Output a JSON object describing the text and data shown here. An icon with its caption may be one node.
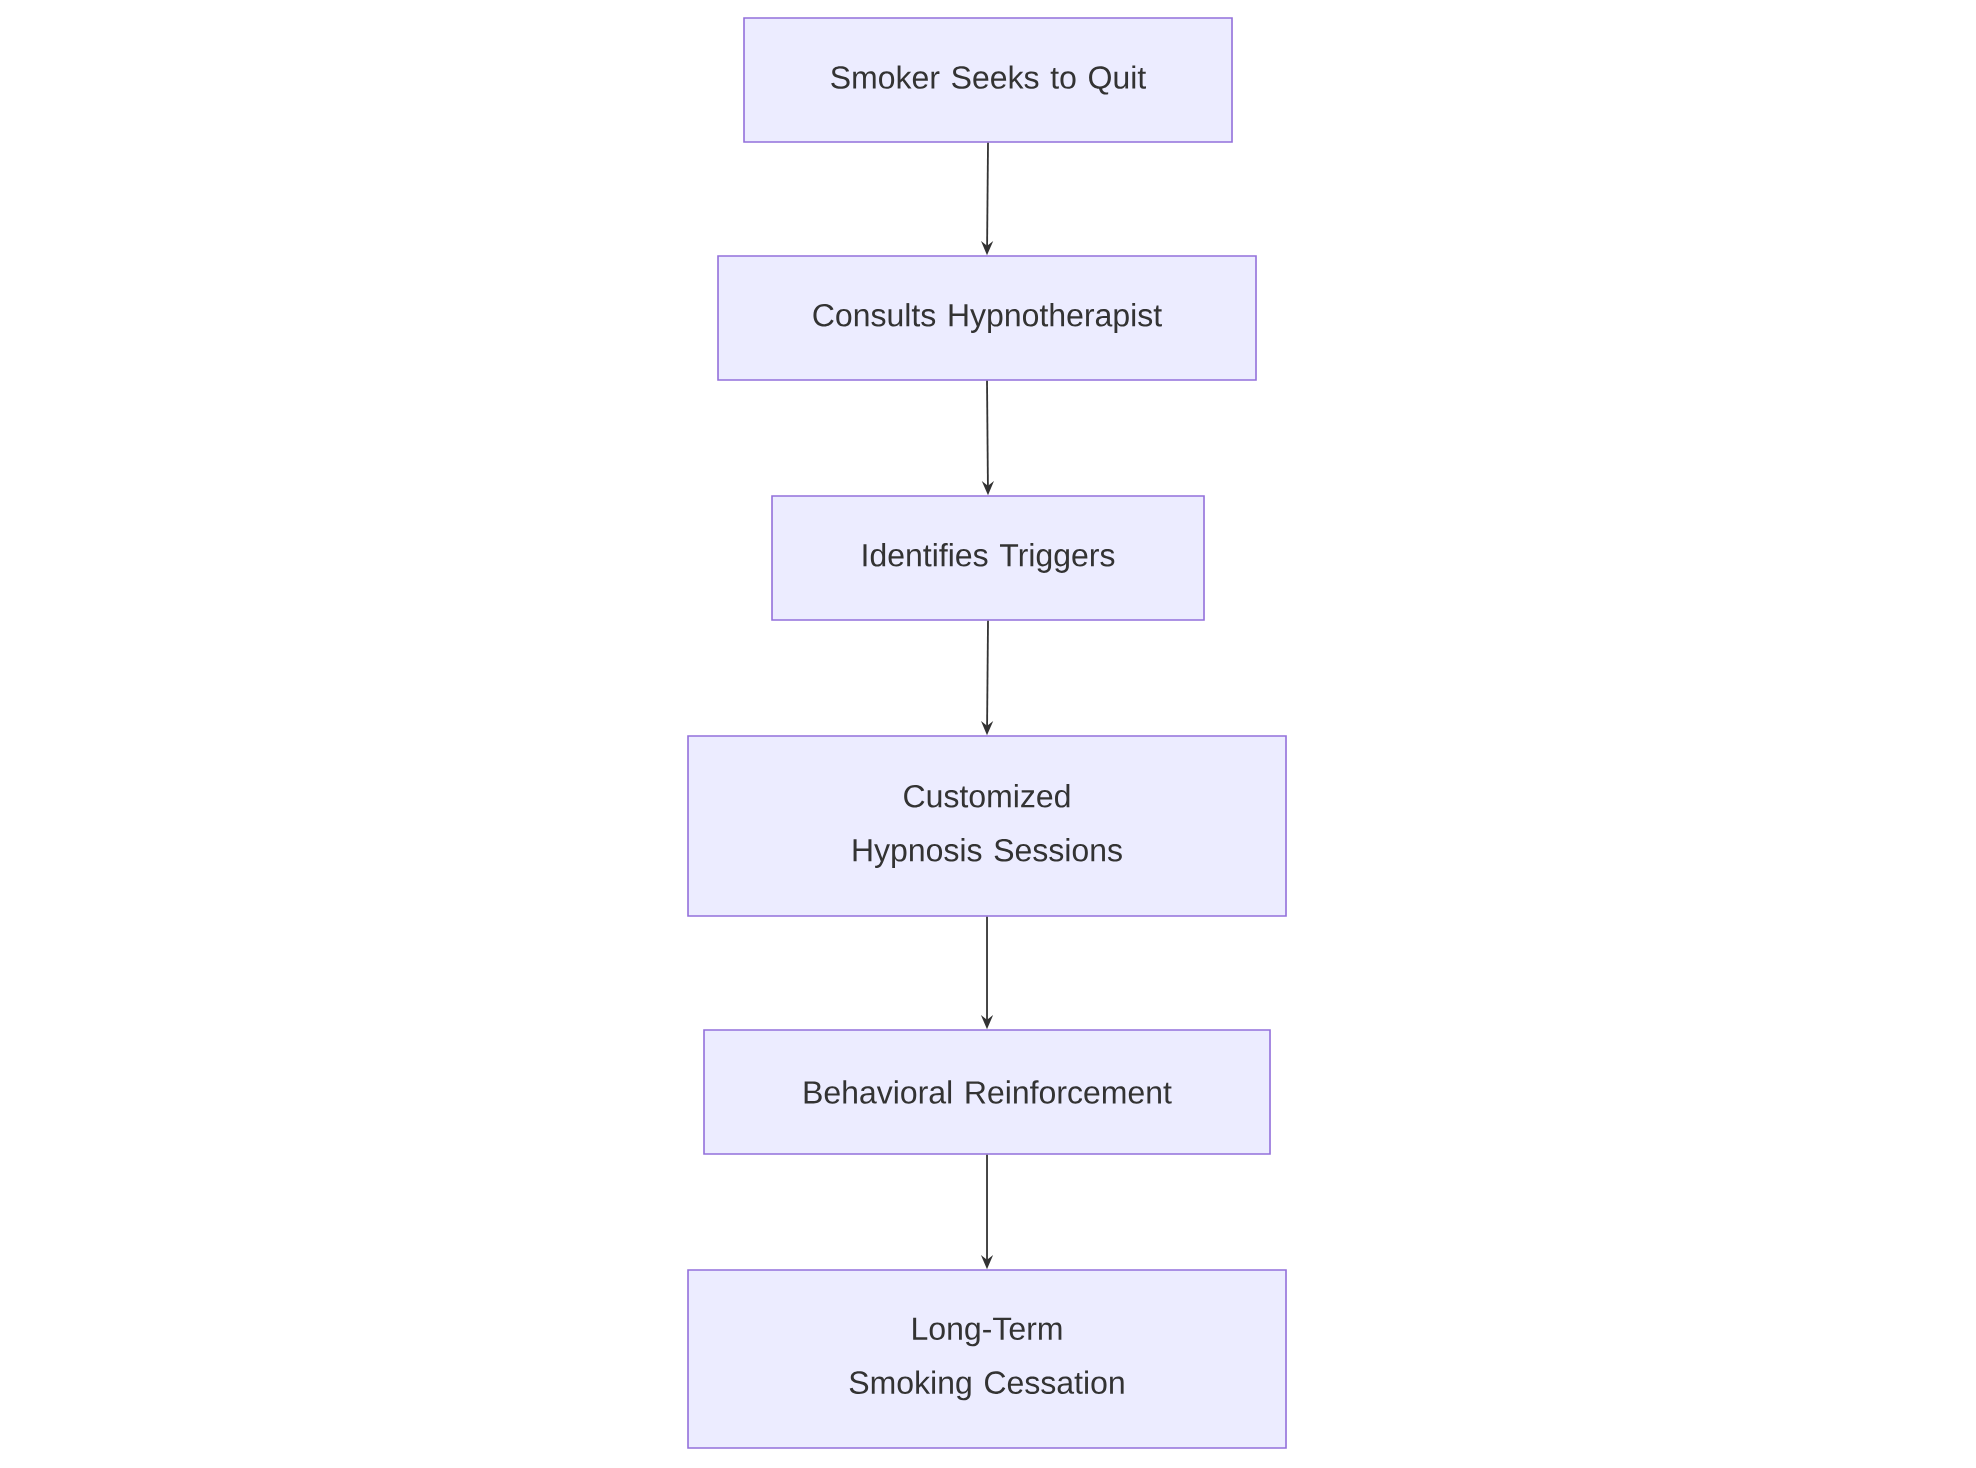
{
  "diagram": {
    "nodes": [
      {
        "text": [
          "Smoker Seeks to Quit"
        ]
      },
      {
        "text": [
          "Consults Hypnotherapist"
        ]
      },
      {
        "text": [
          "Identifies Triggers"
        ]
      },
      {
        "text": [
          "Customized Hypnosis Sessions"
        ]
      },
      {
        "text": [
          "Behavioral Reinforcement"
        ]
      },
      {
        "text": [
          "Long-Term Smoking Cessation"
        ]
      }
    ],
    "edges": [
      {
        "from": 0,
        "to": 1,
        "arrow": "to"
      },
      {
        "from": 1,
        "to": 2,
        "arrow": "to"
      },
      {
        "from": 2,
        "to": 3,
        "arrow": "to"
      },
      {
        "from": 3,
        "to": 4,
        "arrow": "to"
      },
      {
        "from": 4,
        "to": 5,
        "arrow": "to"
      }
    ]
  }
}
